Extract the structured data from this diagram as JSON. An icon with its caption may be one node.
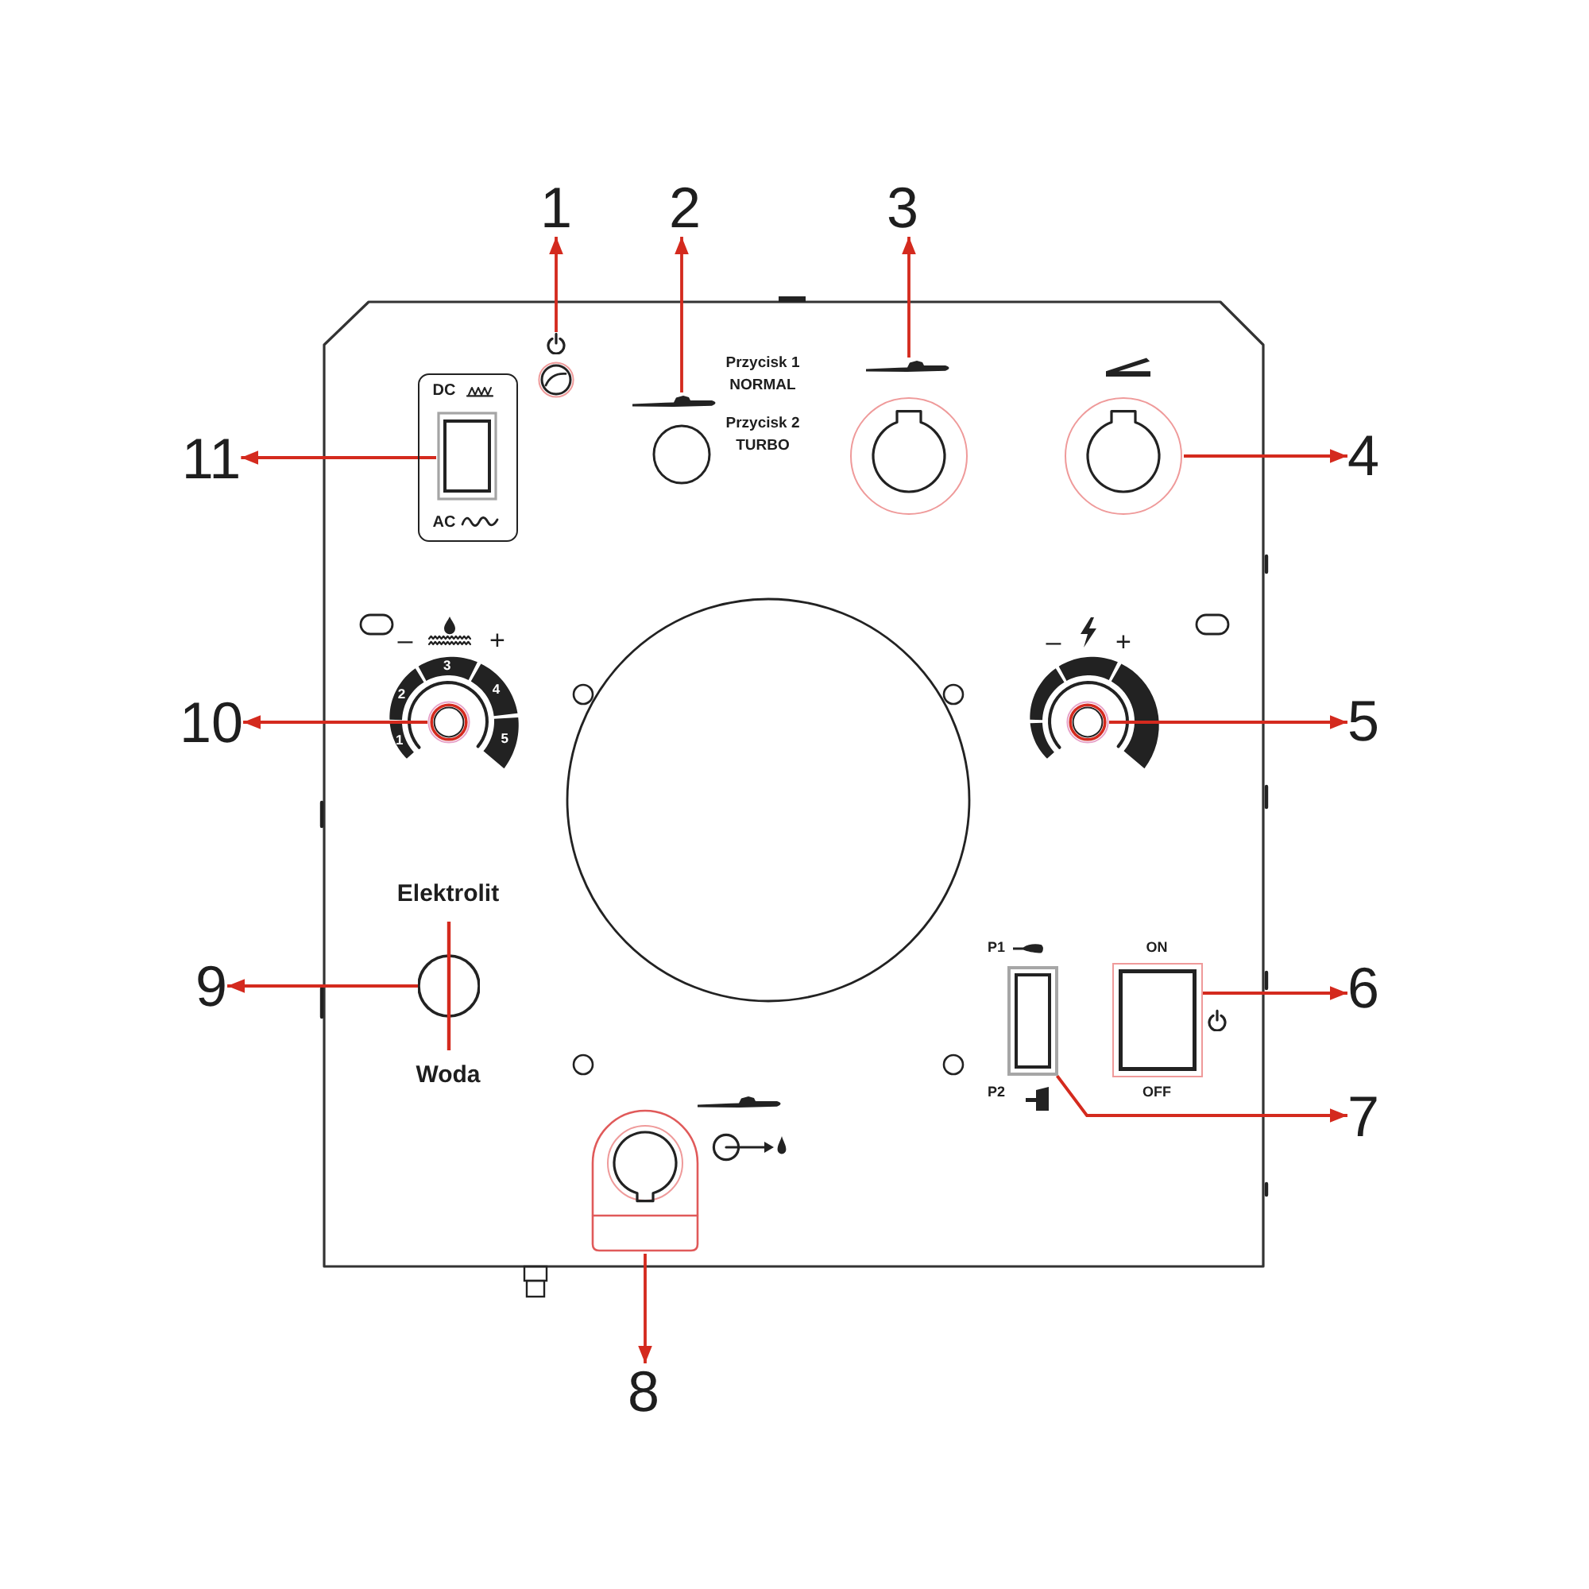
{
  "diagram": {
    "nodes": [
      {
        "text": [
          "1"
        ]
      },
      {
        "text": [
          "2"
        ]
      },
      {
        "text": [
          "3"
        ]
      },
      {
        "text": [],
        "shape": "picture"
      },
      {
        "text": [],
        "shape": "picture"
      },
      {
        "text": [],
        "shape": "picture"
      },
      {
        "text": [
          "DC",
          "AC"
        ]
      },
      {
        "text": [],
        "shape": "box",
        "in": 6
      },
      {
        "text": [
          "11"
        ]
      },
      {
        "text": [],
        "shape": "circle"
      },
      {
        "text": [
          "4"
        ]
      },
      {
        "text": [],
        "shape": "circle"
      },
      {
        "text": [
          "10"
        ]
      },
      {
        "text": [],
        "shape": "circle"
      },
      {
        "text": [
          "5"
        ]
      },
      {
        "text": [
          "Elektrolit",
          "Woda"
        ]
      },
      {
        "text": [
          "9"
        ]
      },
      {
        "text": [
          "P1",
          "P2"
        ]
      },
      {
        "text": [
          "ON",
          "OFF"
        ]
      },
      {
        "text": [
          "6"
        ]
      },
      {
        "text": [
          "7"
        ]
      },
      {
        "text": [],
        "shape": "box"
      },
      {
        "text": [
          "8"
        ]
      },
      {
        "text": [],
        "shape": "circle"
      }
    ],
    "edges": [
      {
        "from": 3,
        "to": 0,
        "arrow": "to"
      },
      {
        "from": 4,
        "to": 1,
        "arrow": "to"
      },
      {
        "from": 5,
        "to": 2,
        "arrow": "to"
      },
      {
        "from": 9,
        "to": 10,
        "arrow": "to"
      },
      {
        "from": 13,
        "to": 14,
        "arrow": "to"
      },
      {
        "from": 18,
        "to": 19,
        "arrow": "to"
      },
      {
        "from": 17,
        "to": 20,
        "arrow": "to"
      },
      {
        "from": 21,
        "to": 22,
        "arrow": "to"
      },
      {
        "from": 15,
        "to": 16,
        "arrow": "to"
      },
      {
        "from": 11,
        "to": 12,
        "arrow": "to"
      },
      {
        "from": 7,
        "to": 8,
        "arrow": "to"
      }
    ],
    "labels": [
      "Przycisk 1 NORMAL",
      "Przycisk 2 TURBO",
      "–",
      "+",
      "1",
      "2",
      "3",
      "4",
      "5",
      "–",
      "+"
    ]
  }
}
